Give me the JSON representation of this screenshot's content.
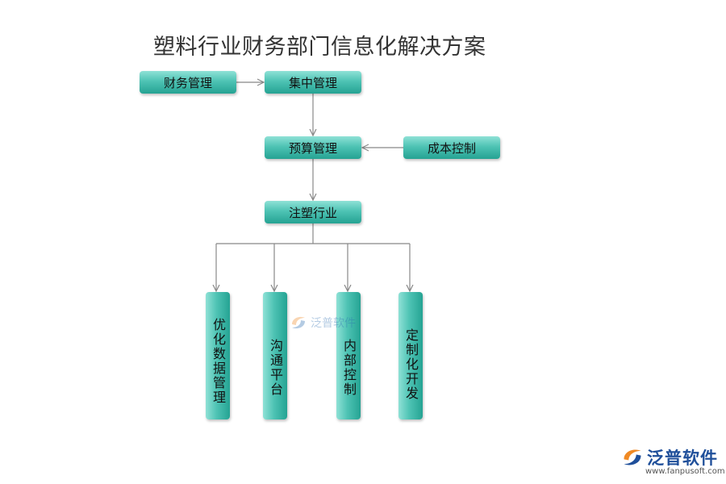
{
  "title": "塑料行业财务部门信息化解决方案",
  "nodes": {
    "finance_management": "财务管理",
    "central_management": "集中管理",
    "budget_management": "预算管理",
    "cost_control": "成本控制",
    "injection_industry": "注塑行业",
    "optimize_data": "优化数据管理",
    "communication_platform": "沟通平台",
    "internal_control": "内部控制",
    "custom_development": "定制化开发"
  },
  "watermark": {
    "text": "泛普软件"
  },
  "logo": {
    "text": "泛普软件",
    "url": "www.fanpusoft.com"
  },
  "colors": {
    "node_light": "#8fe1d6",
    "node_mid": "#4ec3b4",
    "node_dark": "#25a393",
    "connector": "#888888",
    "brand_blue": "#1f4f9a",
    "brand_orange": "#f08a24"
  }
}
